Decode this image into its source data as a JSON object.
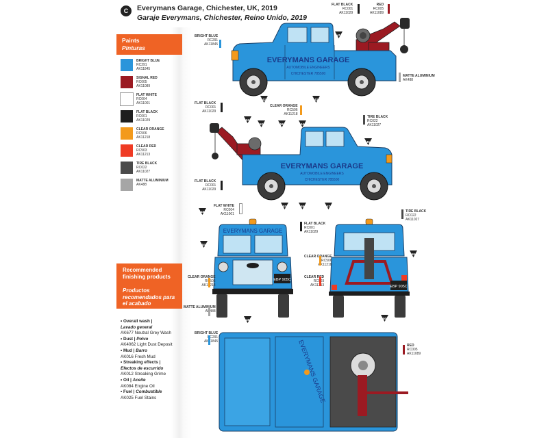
{
  "header": {
    "badge": "C",
    "title": "Everymans Garage, Chichester, UK, 2019",
    "subtitle": "Garaje Everymans, Chichester, Reino Unido, 2019"
  },
  "paints": {
    "title": "Paints",
    "title_es": "Pinturas",
    "items": [
      {
        "name": "BRIGHT BLUE",
        "rc": "RC291",
        "ak": "AK11845",
        "color": "#2a95db"
      },
      {
        "name": "SIGNAL RED",
        "rc": "RC005",
        "ak": "AK11089",
        "color": "#9b1a22"
      },
      {
        "name": "FLAT WHITE",
        "rc": "RC004",
        "ak": "AK11001",
        "color": "#ffffff"
      },
      {
        "name": "FLAT BLACK",
        "rc": "RC001",
        "ak": "AK11029",
        "color": "#1e1e1e"
      },
      {
        "name": "CLEAR ORANGE",
        "rc": "RC506",
        "ak": "AK11218",
        "color": "#f39a1c"
      },
      {
        "name": "CLEAR RED",
        "rc": "RC503",
        "ak": "AK11213",
        "color": "#ef3b24"
      },
      {
        "name": "TIRE BLACK",
        "rc": "RC022",
        "ak": "AK11027",
        "color": "#4a4a4a"
      },
      {
        "name": "MATTE ALUMINIUM",
        "rc": "",
        "ak": "AK488",
        "color": "#a6a6a6"
      }
    ]
  },
  "finishing": {
    "title": "Recommended finishing products",
    "title_es": "Productos recomendados para el acabado",
    "items": [
      {
        "heading": "Overall wash |",
        "heading_es": "Lavado general",
        "product": "AK677 Neutral Grey Wash"
      },
      {
        "heading": "Dust |",
        "heading_es": "Polvo",
        "product": "AK4062 Light Dust Deposit"
      },
      {
        "heading": "Mud |",
        "heading_es": "Barro",
        "product": "AK016 Fresh Mud"
      },
      {
        "heading": "Streaking effects |",
        "heading_es": "Efectos de escurrido",
        "product": "AK012 Streaking Grime"
      },
      {
        "heading": "Oil |",
        "heading_es": "Aceite",
        "product": "AK084 Engine Oil"
      },
      {
        "heading": "Fuel |",
        "heading_es": "Combustible",
        "product": "AK025 Fuel Stains"
      }
    ]
  },
  "vehicle": {
    "door_text": "EVERYMANS GARAGE",
    "door_line2": "AUTOMOBILE ENGINEERS",
    "door_line3": "CHICHESTER 785500",
    "plate": "EBP 905C",
    "front_banner": "EVERYMANS GARAGE"
  },
  "callouts": [
    {
      "id": "c1",
      "name": "BRIGHT BLUE",
      "rc": "RC291",
      "ak": "AK11845",
      "color": "#2a95db"
    },
    {
      "id": "c2",
      "name": "FLAT BLACK",
      "rc": "RC001",
      "ak": "AK11029",
      "color": "#1e1e1e"
    },
    {
      "id": "c3",
      "name": "RED",
      "rc": "RC005",
      "ak": "AK11089",
      "color": "#9b1a22"
    },
    {
      "id": "c4",
      "name": "MATTE ALUMINIUM",
      "rc": "",
      "ak": "AK488",
      "color": "#a6a6a6"
    },
    {
      "id": "c5",
      "name": "FLAT BLACK",
      "rc": "RC001",
      "ak": "AK11029",
      "color": "#1e1e1e"
    },
    {
      "id": "c6",
      "name": "CLEAR ORANGE",
      "rc": "RC506",
      "ak": "AK11218",
      "color": "#f39a1c"
    },
    {
      "id": "c7",
      "name": "TIRE BLACK",
      "rc": "RC022",
      "ak": "AK11027",
      "color": "#4a4a4a"
    },
    {
      "id": "c8",
      "name": "FLAT BLACK",
      "rc": "RC001",
      "ak": "AK11029",
      "color": "#1e1e1e"
    },
    {
      "id": "c9",
      "name": "FLAT WHITE",
      "rc": "RC004",
      "ak": "AK11001",
      "color": "#ffffff"
    },
    {
      "id": "c10",
      "name": "TIRE BLACK",
      "rc": "RC022",
      "ak": "AK11027",
      "color": "#4a4a4a"
    },
    {
      "id": "c11",
      "name": "FLAT BLACK",
      "rc": "RC001",
      "ak": "AK11029",
      "color": "#1e1e1e"
    },
    {
      "id": "c12",
      "name": "CLEAR ORANGE",
      "rc": "RC506",
      "ak": "AK11218",
      "color": "#f39a1c"
    },
    {
      "id": "c13",
      "name": "CLEAR ORANGE",
      "rc": "RC506",
      "ak": "AK11218",
      "color": "#f39a1c"
    },
    {
      "id": "c14",
      "name": "CLEAR RED",
      "rc": "RC503",
      "ak": "AK11213",
      "color": "#ef3b24"
    },
    {
      "id": "c15",
      "name": "MATTE ALUMINIUM",
      "rc": "",
      "ak": "AK488",
      "color": "#a6a6a6"
    },
    {
      "id": "c16",
      "name": "BRIGHT BLUE",
      "rc": "RC291",
      "ak": "AK11845",
      "color": "#2a95db"
    },
    {
      "id": "c17",
      "name": "RED",
      "rc": "RC005",
      "ak": "AK11089",
      "color": "#9b1a22"
    }
  ],
  "markers": [
    "41",
    "42",
    "43",
    "44",
    "45",
    "46",
    "47",
    "48",
    "49",
    "50",
    "51",
    "52",
    "53",
    "54",
    "55",
    "56"
  ]
}
